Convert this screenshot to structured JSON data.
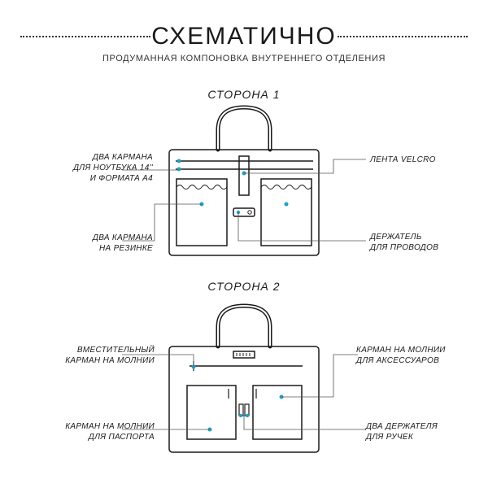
{
  "header": {
    "title": "СХЕМАТИЧНО",
    "subtitle": "ПРОДУМАННАЯ КОМПОНОВКА ВНУТРЕННЕГО ОТДЕЛЕНИЯ"
  },
  "side1": {
    "title": "СТОРОНА 1",
    "labels": {
      "laptop_pockets": "ДВА КАРМАНА\nДЛЯ НОУТБУКА 14''\nИ ФОРМАТА А4",
      "velcro": "ЛЕНТА VELCRO",
      "elastic_pockets": "ДВА КАРМАНА\nНА РЕЗИНКЕ",
      "cable_holder": "ДЕРЖАТЕЛЬ\nДЛЯ ПРОВОДОВ"
    }
  },
  "side2": {
    "title": "СТОРОНА 2",
    "labels": {
      "roomy_zip": "ВМЕСТИТЕЛЬНЫЙ\nКАРМАН НА МОЛНИИ",
      "accessory_zip": "КАРМАН НА МОЛНИИ\nДЛЯ АКСЕССУАРОВ",
      "passport_zip": "КАРМАН НА МОЛНИИ\nДЛЯ ПАСПОРТА",
      "pen_holders": "ДВА ДЕРЖАТЕЛЯ\nДЛЯ РУЧЕК"
    }
  },
  "colors": {
    "stroke": "#1a1a1a",
    "accent": "#1aa3c8",
    "leader": "#555555"
  }
}
